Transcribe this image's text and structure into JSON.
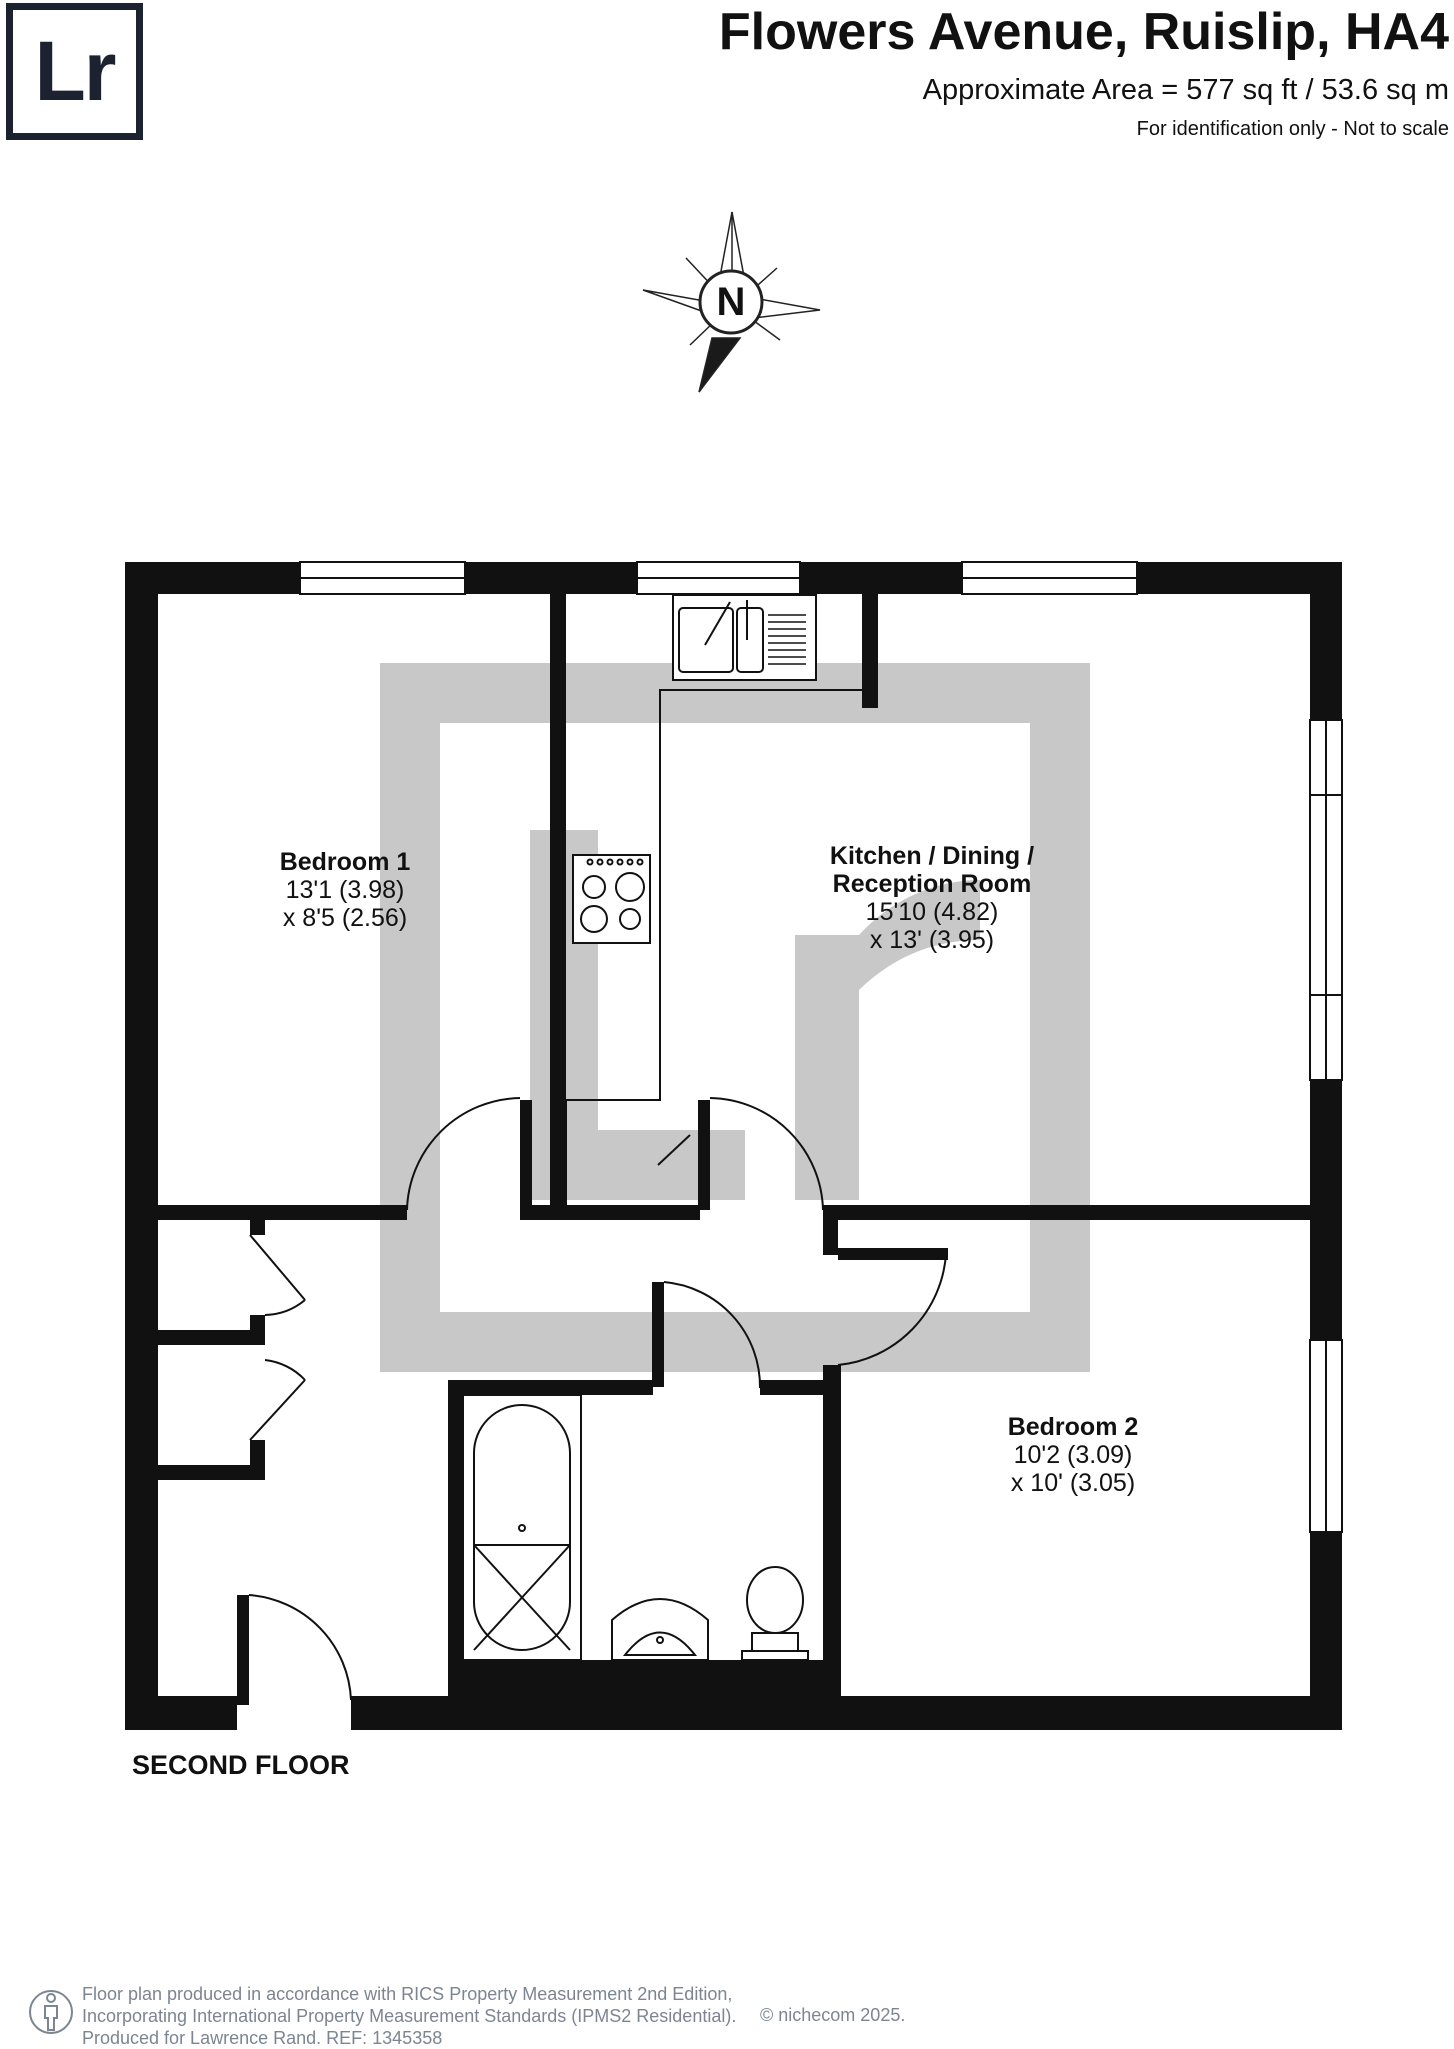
{
  "brand": {
    "logo_text": "Lr"
  },
  "header": {
    "title": "Flowers Avenue, Ruislip, HA4",
    "area": "Approximate Area = 577 sq ft / 53.6 sq m",
    "note": "For identification only - Not to scale"
  },
  "compass": {
    "letter": "N"
  },
  "rooms": [
    {
      "name": "Bedroom 1",
      "dim1": "13'1 (3.98)",
      "dim2": "x 8'5 (2.56)"
    },
    {
      "name": "Kitchen / Dining /",
      "name2": "Reception Room",
      "dim1": "15'10 (4.82)",
      "dim2": "x 13' (3.95)"
    },
    {
      "name": "Bedroom 2",
      "dim1": "10'2 (3.09)",
      "dim2": "x 10' (3.05)"
    }
  ],
  "floor_label": "SECOND FLOOR",
  "footer": {
    "line1": "Floor plan produced in accordance with RICS Property Measurement 2nd Edition,",
    "line2": "Incorporating International Property Measurement Standards (IPMS2 Residential).",
    "line3": "Produced for Lawrence Rand.   REF: 1345358",
    "copyright": "© nichecom 2025."
  },
  "colors": {
    "wall": "#111111",
    "watermark": "#c8c8c8",
    "logo": "#1c2230",
    "footer": "#7c8591"
  }
}
